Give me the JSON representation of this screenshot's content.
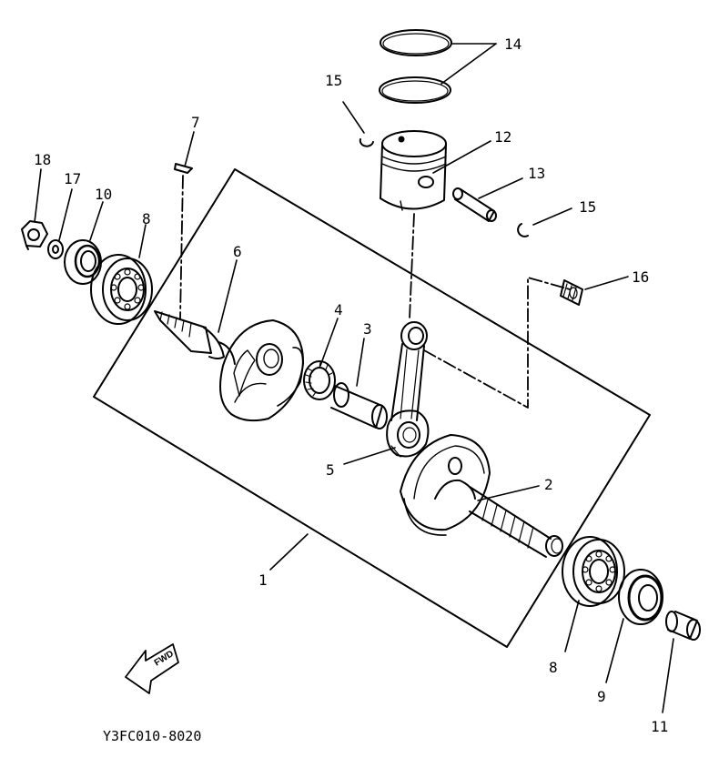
{
  "diagram": {
    "labels": {
      "p1": "1",
      "p2": "2",
      "p3": "3",
      "p4": "4",
      "p5": "5",
      "p6": "6",
      "p7": "7",
      "p8a": "8",
      "p8b": "8",
      "p9": "9",
      "p10": "10",
      "p11": "11",
      "p12": "12",
      "p13": "13",
      "p14": "14",
      "p15a": "15",
      "p15b": "15",
      "p16": "16",
      "p17": "17",
      "p18": "18"
    },
    "fwd_label": "FWD",
    "drawing_code": "Y3FC010-8020",
    "colors": {
      "ink": "#000000",
      "paper": "#ffffff"
    }
  }
}
